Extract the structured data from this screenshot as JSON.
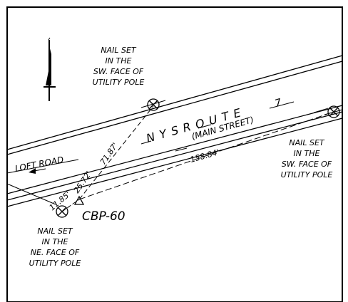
{
  "road": {
    "route_label": "N Y S   R O U T E",
    "route_number": "7",
    "route_alt_name": "(MAIN STREET)",
    "side_road_name": "LOFT ROAD",
    "distance_main": "158.84'"
  },
  "notes": {
    "nail_top": [
      "NAIL SET",
      "IN THE",
      "SW. FACE OF",
      "UTILITY POLE"
    ],
    "nail_right": [
      "NAIL SET",
      "IN THE",
      "SW. FACE OF",
      "UTILITY POLE"
    ],
    "nail_bottom": [
      "NAIL SET",
      "IN THE",
      "NE. FACE OF",
      "UTILITY POLE"
    ]
  },
  "control_point": {
    "label": "CBP-60",
    "dist_tie_top": "71.87'",
    "dist_tie_loft": "25.72'",
    "dist_tie_pole": "11.85'"
  },
  "colors": {
    "ink": "#000000",
    "paper": "#ffffff"
  },
  "icons": [
    "north-arrow-icon",
    "utility-pole-icon",
    "survey-triangle-icon"
  ]
}
